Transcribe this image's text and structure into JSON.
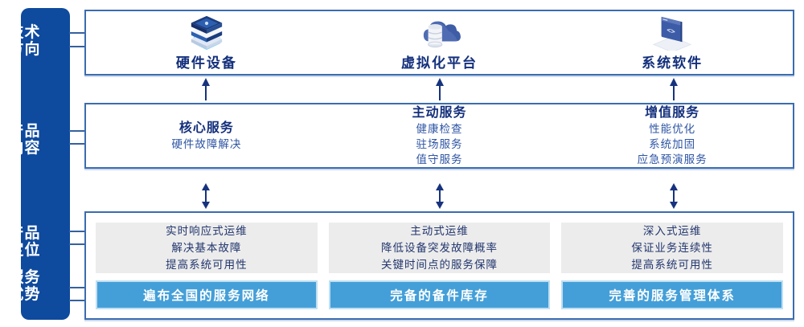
{
  "rail": {
    "items": [
      {
        "label": "技术方向"
      },
      {
        "label": "产品内容"
      },
      {
        "label": "产品定位"
      },
      {
        "label": "服务优势"
      }
    ]
  },
  "tech_row": {
    "items": [
      {
        "icon": "server-stack-icon",
        "label": "硬件设备"
      },
      {
        "icon": "cloud-database-icon",
        "label": "虚拟化平台"
      },
      {
        "icon": "code-window-icon",
        "label": "系统软件"
      }
    ]
  },
  "content_row": {
    "items": [
      {
        "title": "核心服务",
        "lines": [
          "硬件故障解决"
        ]
      },
      {
        "title": "主动服务",
        "lines": [
          "健康检查",
          "驻场服务",
          "值守服务"
        ]
      },
      {
        "title": "增值服务",
        "lines": [
          "性能优化",
          "系统加固",
          "应急预演服务"
        ]
      }
    ]
  },
  "position_row": {
    "items": [
      {
        "lines": [
          "实时响应式运维",
          "解决基本故障",
          "提高系统可用性"
        ],
        "banner": "遍布全国的服务网络"
      },
      {
        "lines": [
          "主动式运维",
          "降低设备突发故障概率",
          "关键时间点的服务保障"
        ],
        "banner": "完备的备件库存"
      },
      {
        "lines": [
          "深入式运维",
          "保证业务连续性",
          "提高系统可用性"
        ],
        "banner": "完善的服务管理体系"
      }
    ]
  },
  "colors": {
    "rail_bg": "#0e4a9e",
    "panel_border": "#3b6cb0",
    "heading_text": "#132f7c",
    "body_text": "#2e55a5",
    "gray_box_bg": "#ececec",
    "banner_bg": "#449fd8",
    "banner_border": "#bfdff2",
    "arrow": "#16337e"
  }
}
